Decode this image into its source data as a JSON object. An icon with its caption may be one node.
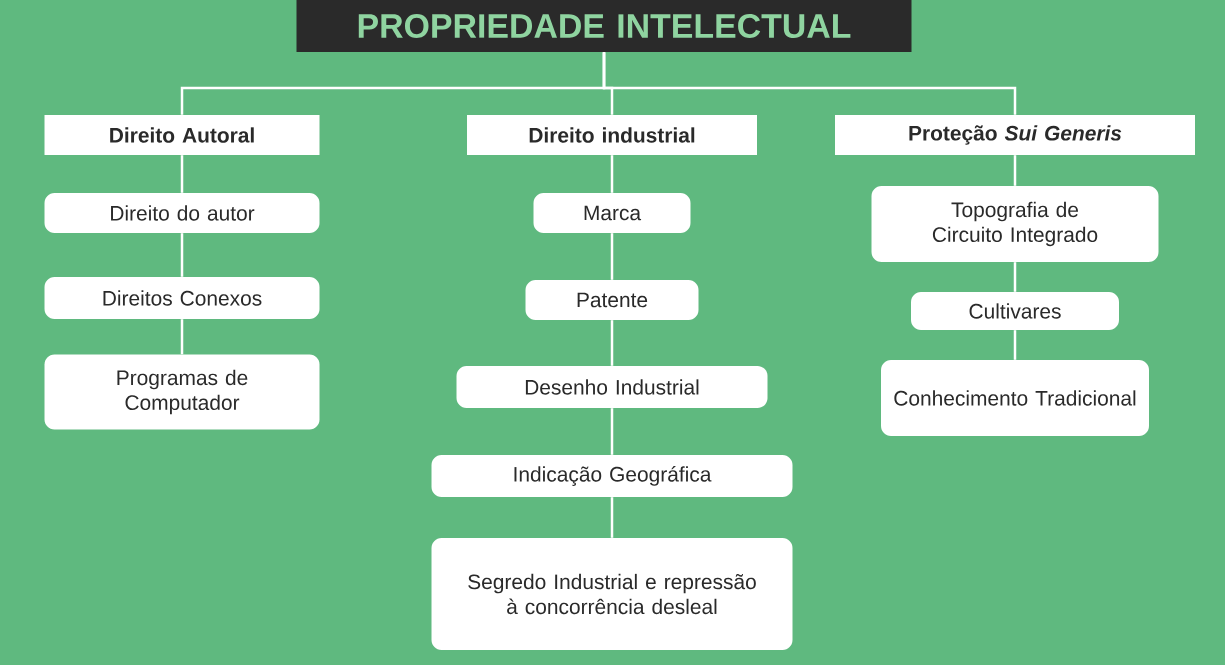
{
  "diagram": {
    "nodes": [
      {
        "text": [
          "PROPRIEDADE INTELECTUAL"
        ]
      },
      {
        "text": [
          "Direito Autoral"
        ]
      },
      {
        "text": [
          "Direito industrial"
        ]
      },
      {
        "text": [
          "Proteção *Sui Generis*"
        ]
      },
      {
        "text": [
          "Direito do autor"
        ]
      },
      {
        "text": [
          "Direitos Conexos"
        ]
      },
      {
        "text": [
          "Programas de Computador"
        ]
      },
      {
        "text": [
          "Marca"
        ]
      },
      {
        "text": [
          "Patente"
        ]
      },
      {
        "text": [
          "Desenho Industrial"
        ]
      },
      {
        "text": [
          "Indicação Geográfica"
        ]
      },
      {
        "text": [
          "Segredo Industrial e repressão à concorrência desleal"
        ]
      },
      {
        "text": [
          "Topografia de Circuito Integrado"
        ]
      },
      {
        "text": [
          "Cultivares"
        ]
      },
      {
        "text": [
          "Conhecimento Tradicional"
        ]
      }
    ],
    "edges": [
      {
        "from": 0,
        "to": 1,
        "arrow": "none"
      },
      {
        "from": 0,
        "to": 2,
        "arrow": "none"
      },
      {
        "from": 0,
        "to": 3,
        "arrow": "none"
      },
      {
        "from": 1,
        "to": 4,
        "arrow": "none"
      },
      {
        "from": 4,
        "to": 5,
        "arrow": "none"
      },
      {
        "from": 5,
        "to": 6,
        "arrow": "none"
      },
      {
        "from": 2,
        "to": 7,
        "arrow": "none"
      },
      {
        "from": 7,
        "to": 8,
        "arrow": "none"
      },
      {
        "from": 8,
        "to": 9,
        "arrow": "none"
      },
      {
        "from": 9,
        "to": 10,
        "arrow": "none"
      },
      {
        "from": 10,
        "to": 11,
        "arrow": "none"
      },
      {
        "from": 3,
        "to": 12,
        "arrow": "none"
      },
      {
        "from": 12,
        "to": 13,
        "arrow": "none"
      },
      {
        "from": 13,
        "to": 14,
        "arrow": "none"
      }
    ]
  }
}
